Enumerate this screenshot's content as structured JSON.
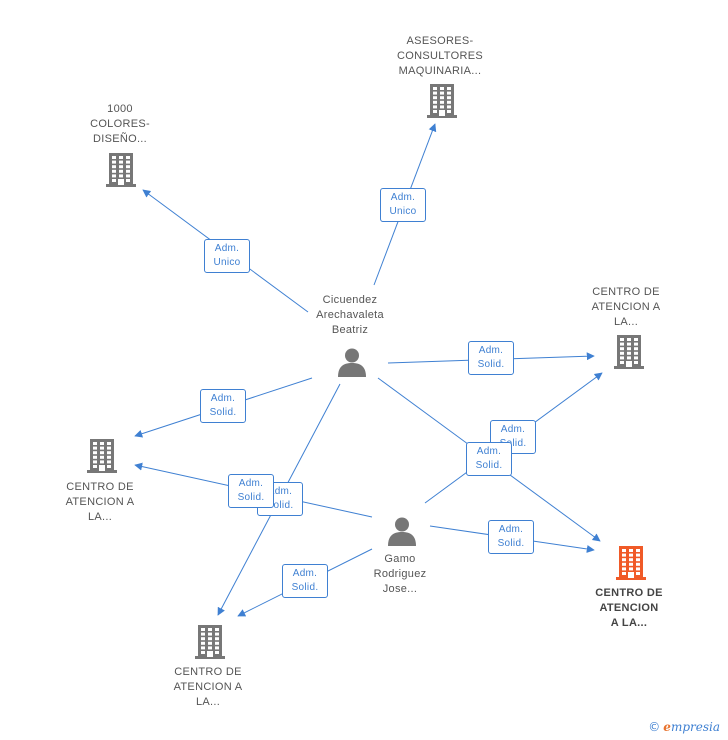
{
  "nodes": {
    "company_1000_colores": {
      "lines": [
        "1000",
        "COLORES-",
        "DISEÑO..."
      ],
      "color": "#777777"
    },
    "company_asesores": {
      "lines": [
        "ASESORES-",
        "CONSULTORES",
        "MAQUINARIA..."
      ],
      "color": "#777777"
    },
    "company_centro_right_top": {
      "lines": [
        "CENTRO DE",
        "ATENCION A",
        "LA..."
      ],
      "color": "#777777"
    },
    "company_centro_left": {
      "lines": [
        "CENTRO DE",
        "ATENCION A",
        "LA..."
      ],
      "color": "#777777"
    },
    "company_centro_bottom": {
      "lines": [
        "CENTRO DE",
        "ATENCION A",
        "LA..."
      ],
      "color": "#777777"
    },
    "company_centro_highlight": {
      "lines": [
        "CENTRO DE",
        "ATENCION",
        "A LA..."
      ],
      "color": "#f05a28"
    },
    "person_cicuendez": {
      "lines": [
        "Cicuendez",
        "Arechavaleta",
        "Beatriz"
      ],
      "color": "#777777"
    },
    "person_gamo": {
      "lines": [
        "Gamo",
        "Rodriguez",
        "Jose..."
      ],
      "color": "#777777"
    }
  },
  "edge_labels": {
    "adm_unico": [
      "Adm.",
      "Unico"
    ],
    "adm_solid": [
      "Adm.",
      "Solid."
    ]
  },
  "colors": {
    "edge": "#3f80d2",
    "node": "#777777",
    "highlight": "#f05a28"
  },
  "brand": {
    "copyright": "©",
    "initial": "e",
    "rest": "mpresia"
  }
}
